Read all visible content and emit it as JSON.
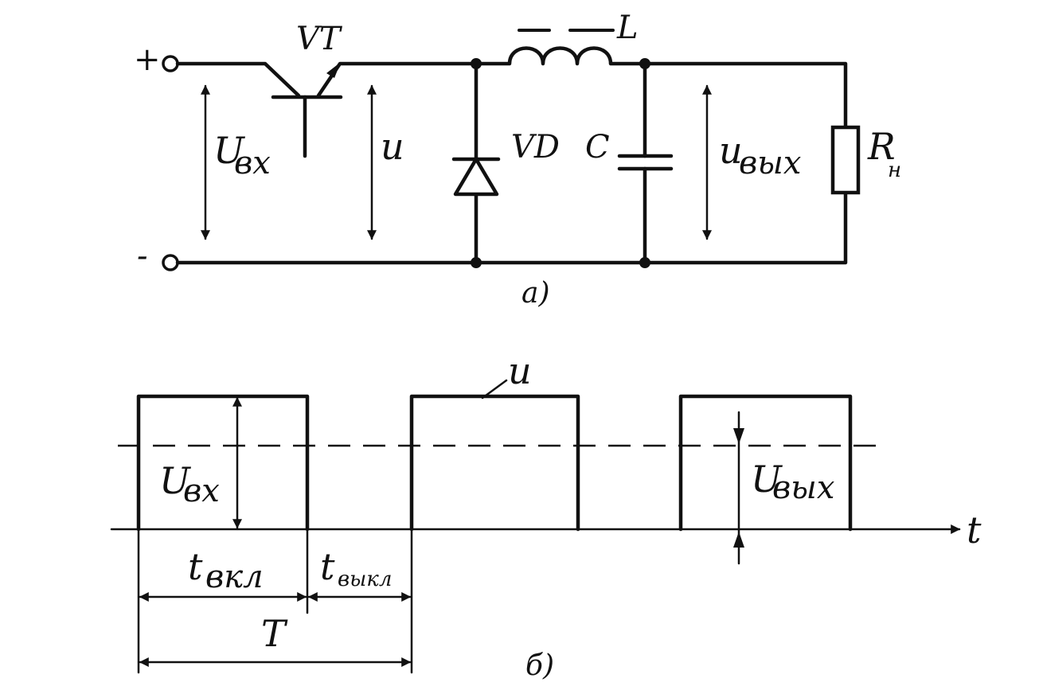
{
  "circuit": {
    "terminal_plus": "+",
    "terminal_minus": "-",
    "transistor": "VT",
    "inductor": "L",
    "diode": "VD",
    "capacitor": "C",
    "resistor_main": "R",
    "resistor_sub": "н",
    "input_voltage_main": "U",
    "input_voltage_sub": "вх",
    "switch_voltage": "u",
    "output_voltage_main": "u",
    "output_voltage_sub": "вых",
    "caption": "а)"
  },
  "waveform": {
    "signal_label": "u",
    "input_amp_main": "U",
    "input_amp_sub": "вх",
    "output_amp_main": "U",
    "output_amp_sub": "вых",
    "time_axis": "t",
    "t_on_main": "t",
    "t_on_sub": "вкл",
    "t_off_main": "t",
    "t_off_sub": "выкл",
    "period": "T",
    "caption": "б)"
  }
}
